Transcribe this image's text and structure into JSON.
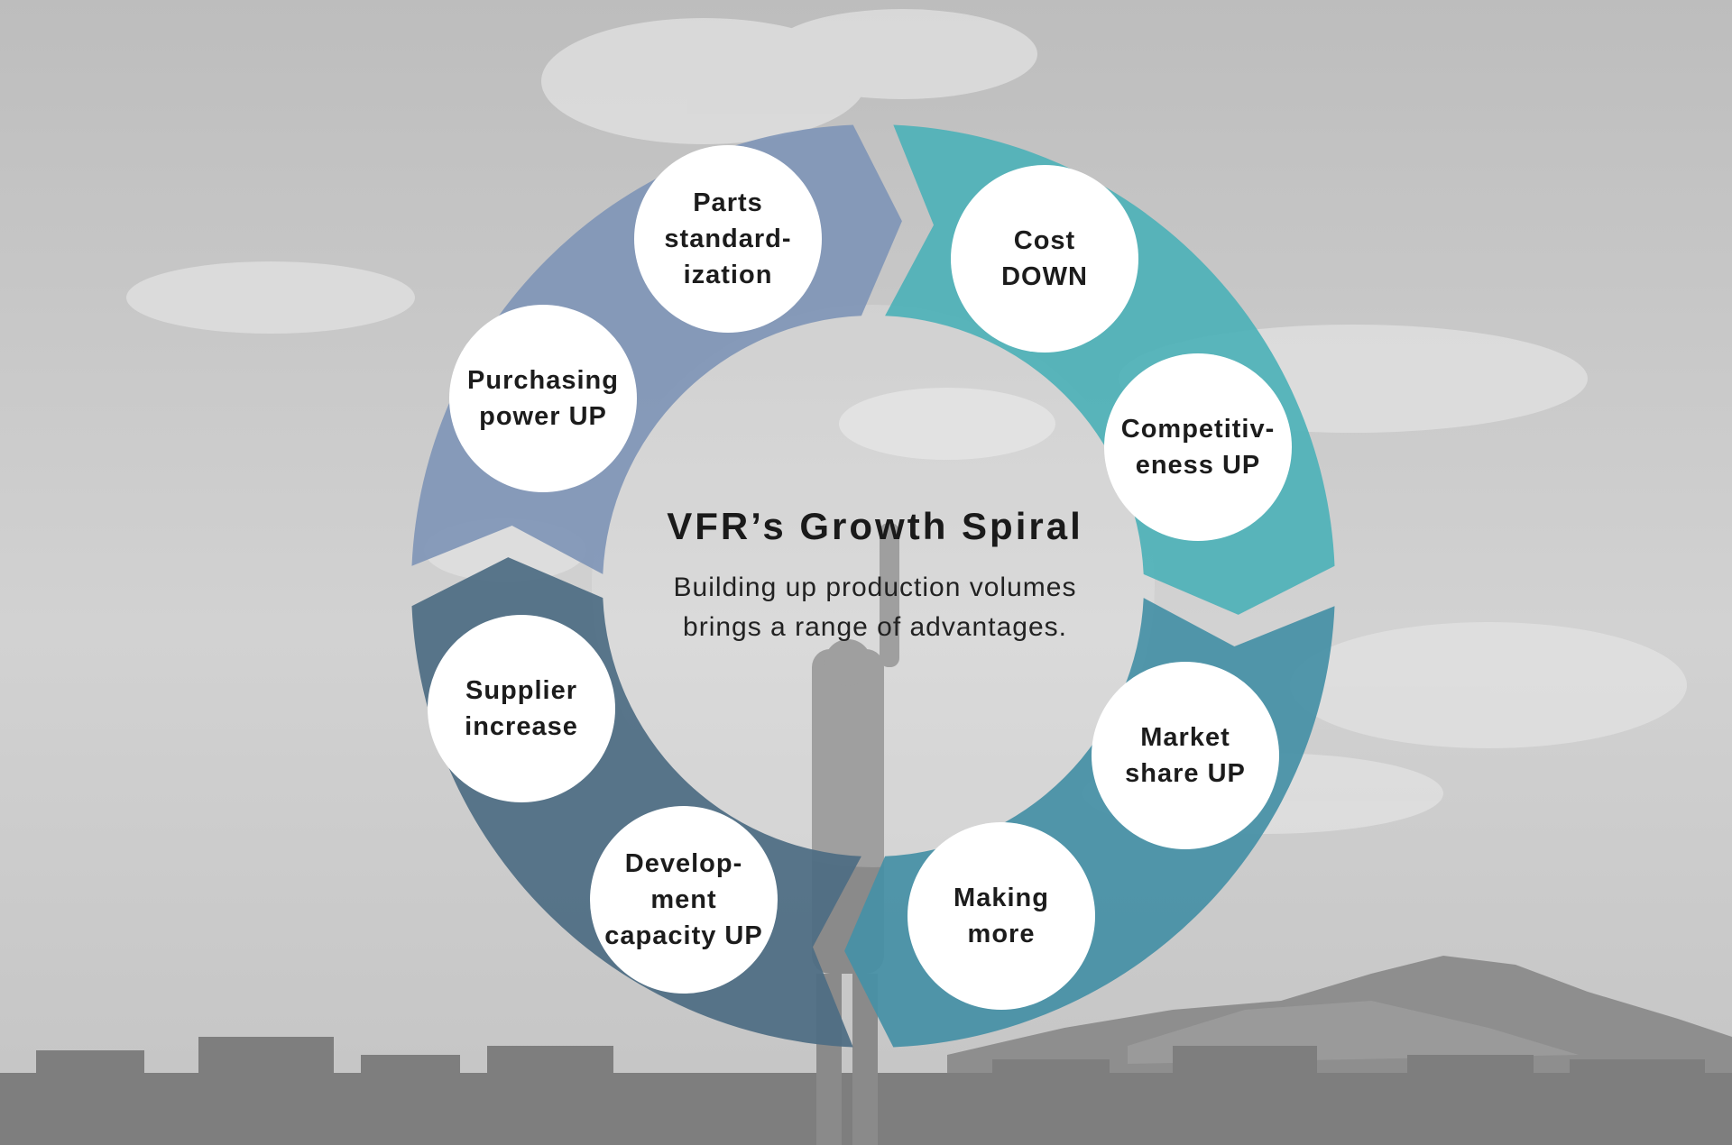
{
  "center": {
    "title": "VFR’s Growth Spiral",
    "subtitle_lines": [
      "Building up production volumes",
      "brings a range of advantages."
    ]
  },
  "segment_colors": [
    "#4fb1b8",
    "#4690a6",
    "#4e6d83",
    "#8096b7"
  ],
  "nodes": [
    {
      "lines": [
        "Cost",
        "DOWN"
      ]
    },
    {
      "lines": [
        "Competitiv-",
        "eness UP"
      ]
    },
    {
      "lines": [
        "Market",
        "share UP"
      ]
    },
    {
      "lines": [
        "Making",
        "more"
      ]
    },
    {
      "lines": [
        "Develop-",
        "ment",
        "capacity UP"
      ]
    },
    {
      "lines": [
        "Supplier",
        "increase"
      ]
    },
    {
      "lines": [
        "Purchasing",
        "power UP"
      ]
    },
    {
      "lines": [
        "Parts",
        "standard-",
        "ization"
      ]
    }
  ]
}
